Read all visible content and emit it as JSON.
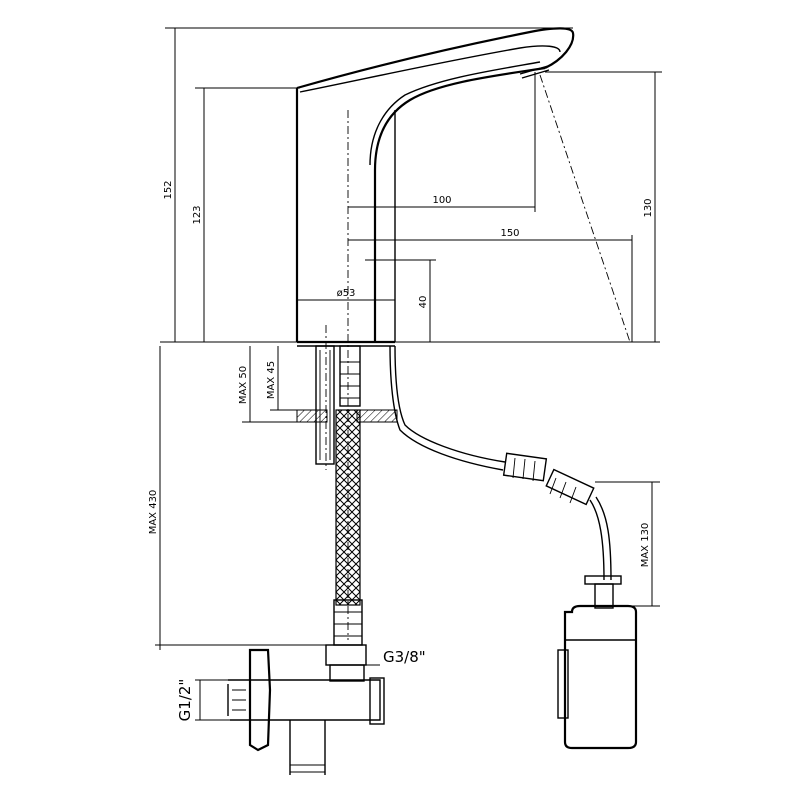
{
  "dimensions": {
    "overall_height": "152",
    "spout_height": "123",
    "spout_reach": "100",
    "outlet_reach": "150",
    "body_diameter": "ø53",
    "sensor_height": "40",
    "outlet_clearance": "130",
    "max_deck_50": "MAX 50",
    "max_deck_45": "MAX 45",
    "max_hose_length": "MAX 430",
    "max_box_cable": "MAX 130"
  },
  "threads": {
    "inlet": "G3/8\"",
    "supply": "G1/2\""
  }
}
